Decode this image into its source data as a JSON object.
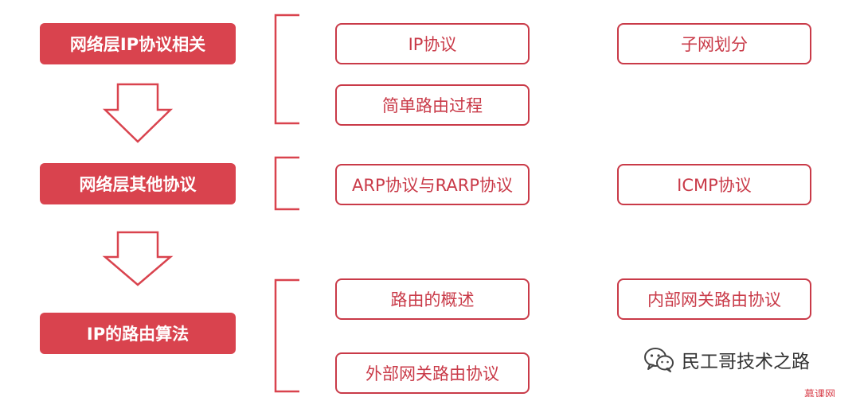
{
  "categories": [
    {
      "label": "网络层IP协议相关"
    },
    {
      "label": "网络层其他协议"
    },
    {
      "label": "IP的路由算法"
    }
  ],
  "items": {
    "ip_protocol": "IP协议",
    "subnetting": "子网划分",
    "simple_routing": "简单路由过程",
    "arp_rarp": "ARP协议与RARP协议",
    "icmp": "ICMP协议",
    "routing_overview": "路由的概述",
    "interior_gateway": "内部网关路由协议",
    "exterior_gateway": "外部网关路由协议"
  },
  "watermark": {
    "text": "民工哥技术之路",
    "icon": "wechat-icon"
  },
  "corner_logo": {
    "text": "慕课网"
  },
  "colors": {
    "primary": "#d9434e",
    "border": "#c93a48",
    "text_dark": "#333333"
  }
}
